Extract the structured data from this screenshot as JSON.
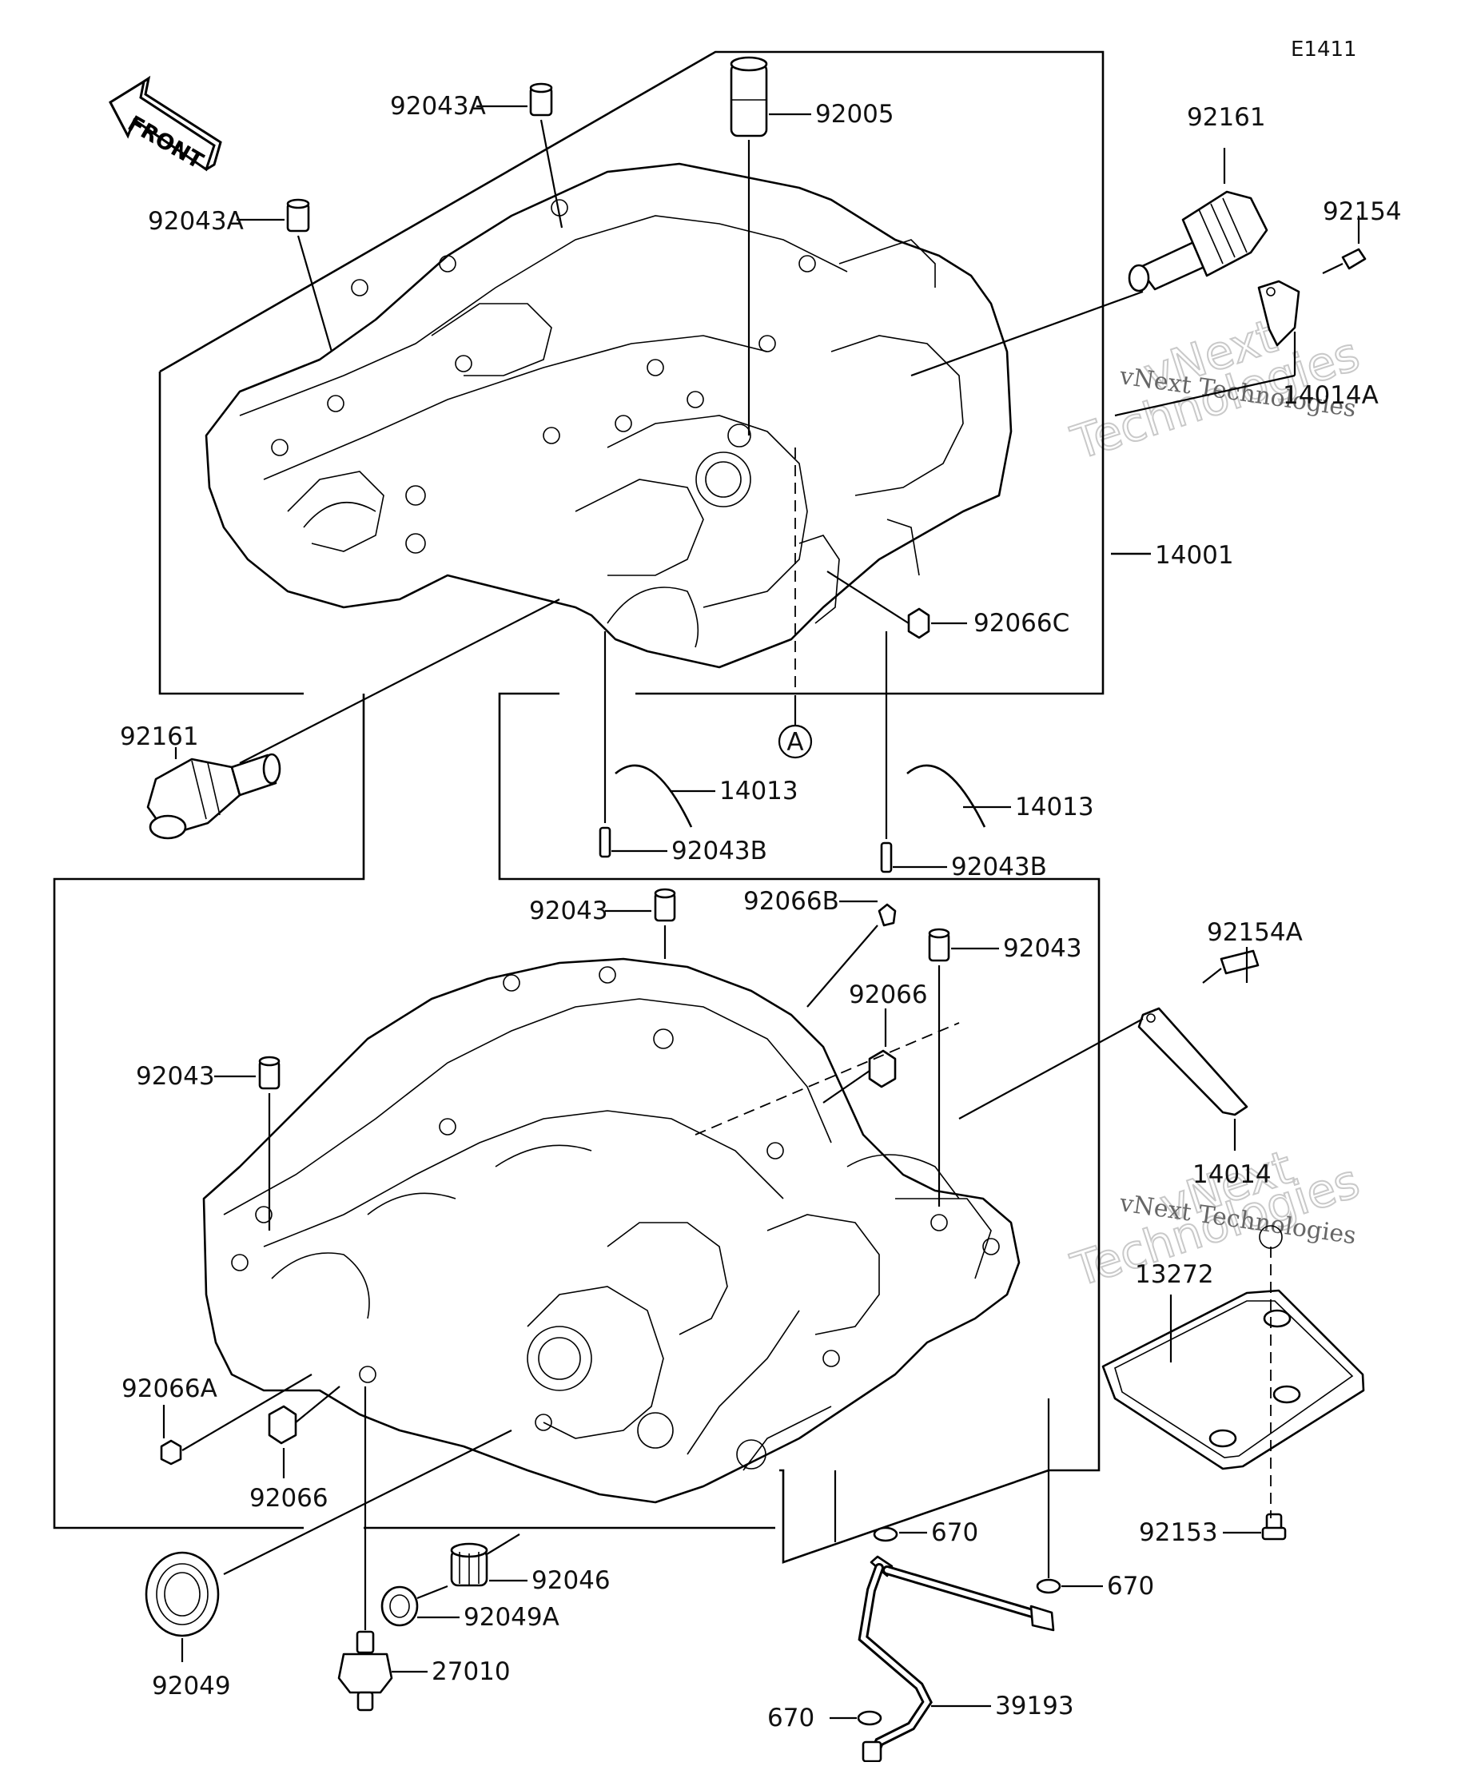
{
  "diagram": {
    "code": "E1411",
    "front_label": "FRONT",
    "ref_a": "A",
    "colors": {
      "line": "#000000",
      "background": "#ffffff",
      "watermark": "#c9c9c9"
    }
  },
  "watermark": {
    "line1": "vNext Technologies",
    "line2": "Technologies",
    "line3": "vNext"
  },
  "callouts": {
    "p92043A_top": "92043A",
    "p92043A_left": "92043A",
    "p92005": "92005",
    "p92161_right": "92161",
    "p92154": "92154",
    "p14014A": "14014A",
    "p14001": "14001",
    "p92066C": "92066C",
    "p92161_left": "92161",
    "p14013_a": "14013",
    "p92043B_a": "92043B",
    "p14013_b": "14013",
    "p92043B_b": "92043B",
    "p92043_a": "92043",
    "p92066B": "92066B",
    "p92043_b": "92043",
    "p92066_a": "92066",
    "p92043_c": "92043",
    "p92154A": "92154A",
    "p14014": "14014",
    "p13272": "13272",
    "p92153": "92153",
    "p92066A": "92066A",
    "p92066_b": "92066",
    "p670_a": "670",
    "p670_b": "670",
    "p670_c": "670",
    "p92046": "92046",
    "p92049A": "92049A",
    "p92049": "92049",
    "p27010": "27010",
    "p39193": "39193"
  }
}
